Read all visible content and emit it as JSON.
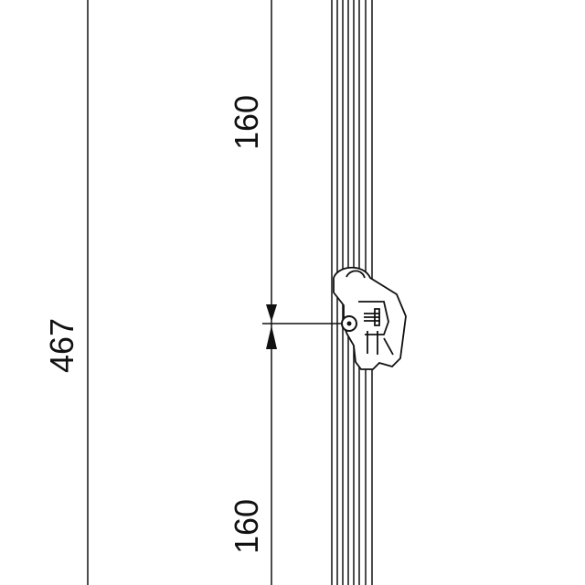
{
  "drawing": {
    "dimensions": {
      "overall_length": "467",
      "upper_segment": "160",
      "lower_segment": "160"
    },
    "colors": {
      "background": "#ffffff",
      "line": "#111111"
    },
    "icons": {
      "arrow": "arrowhead-icon",
      "fastener": "screw-hole-icon"
    }
  }
}
